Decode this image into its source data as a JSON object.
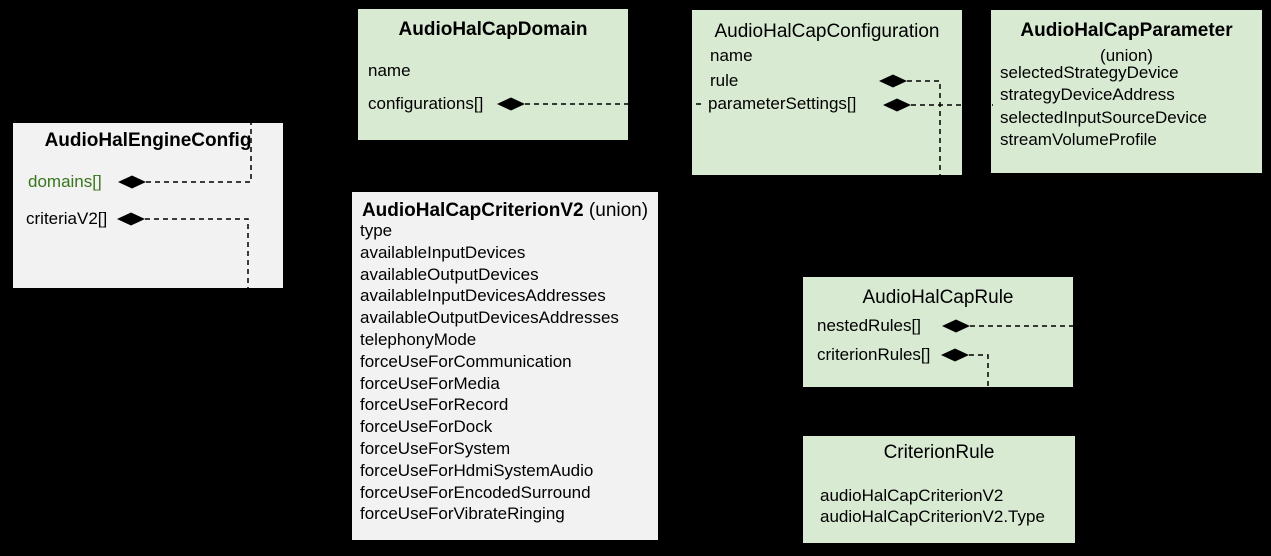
{
  "colors": {
    "background": "#000000",
    "box_green": "#d9ead3",
    "box_gray": "#f2f2f2",
    "accent": "#38761d",
    "text": "#000000",
    "connector": "#000000"
  },
  "boxes": {
    "engine": {
      "title": "AudioHalEngineConfig",
      "fields": [
        "domains[]",
        "criteriaV2[]"
      ]
    },
    "domain": {
      "title": "AudioHalCapDomain",
      "fields": [
        "name",
        "configurations[]"
      ]
    },
    "configuration": {
      "title": "AudioHalCapConfiguration",
      "fields": [
        "name",
        "rule",
        "parameterSettings[]"
      ]
    },
    "parameter": {
      "title": "AudioHalCapParameter",
      "subtitle": "(union)",
      "fields": [
        "selectedStrategyDevice",
        "strategyDeviceAddress",
        "selectedInputSourceDevice",
        "streamVolumeProfile"
      ]
    },
    "criterionv2": {
      "title": "AudioHalCapCriterionV2",
      "title_suffix": " (union)",
      "fields": [
        "type",
        "availableInputDevices",
        "availableOutputDevices",
        "availableInputDevicesAddresses",
        "availableOutputDevicesAddresses",
        "telephonyMode",
        "forceUseForCommunication",
        "forceUseForMedia",
        "forceUseForRecord",
        "forceUseForDock",
        "forceUseForSystem",
        "forceUseForHdmiSystemAudio",
        "forceUseForEncodedSurround",
        "forceUseForVibrateRinging"
      ]
    },
    "rule": {
      "title": "AudioHalCapRule",
      "fields": [
        "nestedRules[]",
        "criterionRules[]"
      ]
    },
    "criterionRule": {
      "title": "CriterionRule",
      "fields": [
        "audioHalCapCriterionV2",
        "audioHalCapCriterionV2.Type"
      ]
    }
  },
  "connectors": [
    {
      "from": "AudioHalEngineConfig.domains[]",
      "to": "AudioHalCapDomain",
      "style": "composition-diamond-dashed"
    },
    {
      "from": "AudioHalEngineConfig.criteriaV2[]",
      "to": "AudioHalCapCriterionV2",
      "style": "composition-diamond-dashed"
    },
    {
      "from": "AudioHalCapDomain.configurations[]",
      "to": "AudioHalCapConfiguration",
      "style": "composition-diamond-dashed"
    },
    {
      "from": "AudioHalCapConfiguration.rule",
      "to": "AudioHalCapRule",
      "style": "composition-diamond-dashed"
    },
    {
      "from": "AudioHalCapConfiguration.parameterSettings[]",
      "to": "AudioHalCapParameter",
      "style": "composition-diamond-dashed"
    },
    {
      "from": "AudioHalCapRule.nestedRules[]",
      "to": "AudioHalCapRule",
      "style": "composition-diamond-dashed"
    },
    {
      "from": "AudioHalCapRule.criterionRules[]",
      "to": "CriterionRule",
      "style": "composition-diamond-dashed"
    }
  ]
}
